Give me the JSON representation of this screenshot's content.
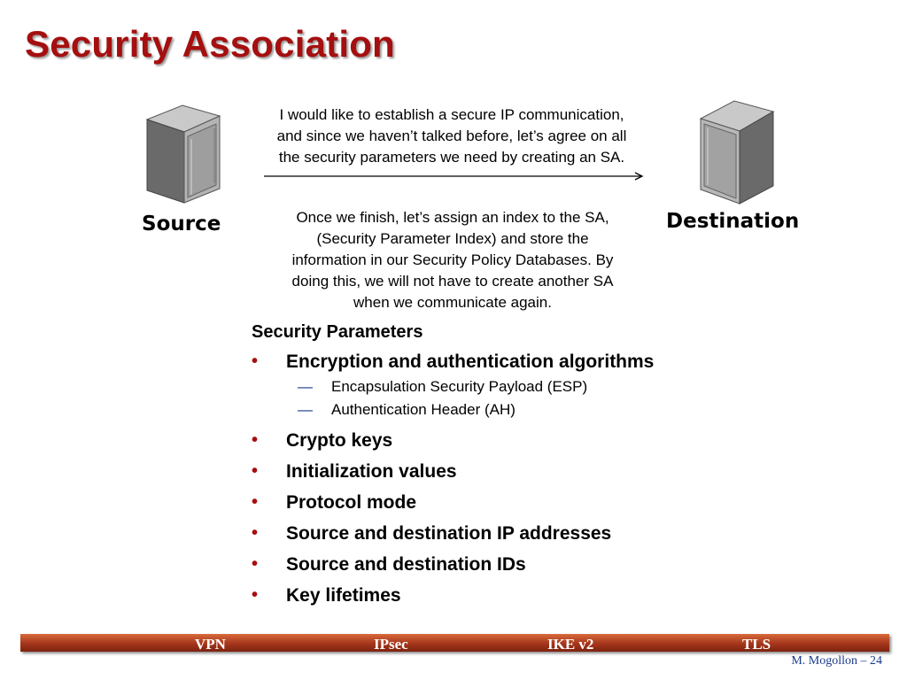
{
  "slide": {
    "title": "Security Association",
    "source_label": "Source",
    "destination_label": "Destination",
    "request_message": [
      "I would like to establish a secure IP communication,",
      "and since we haven’t talked before, let’s agree on all",
      "the security parameters we need by creating an SA."
    ],
    "response_message": [
      "Once we finish, let’s assign an index to the SA,",
      "(Security Parameter Index) and store the",
      "information in our Security Policy Databases. By",
      "doing this, we will not have to create another SA",
      "when we communicate again."
    ],
    "params_heading": "Security Parameters",
    "bullet_glyph": "•",
    "dash_glyph": "—",
    "bullets": [
      "Encryption and authentication algorithms",
      "Crypto keys",
      "Initialization values",
      "Protocol mode",
      "Source and destination IP addresses",
      "Source and destination IDs",
      "Key lifetimes"
    ],
    "sub_bullets": [
      "Encapsulation Security Payload (ESP)",
      "Authentication Header (AH)"
    ]
  },
  "footer": {
    "items": [
      "VPN",
      "IPsec",
      "IKE v2",
      "TLS"
    ],
    "page_label": "M. Mogollon – 24"
  },
  "colors": {
    "title": "#a50f0f",
    "footer_bar": "#a5361c",
    "bullet": "#a50f0f",
    "dash": "#1a3a8c",
    "page_label": "#1a3a8c"
  },
  "icons": {
    "source": "server-icon",
    "destination": "server-icon",
    "arrow": "right-arrow-icon"
  }
}
